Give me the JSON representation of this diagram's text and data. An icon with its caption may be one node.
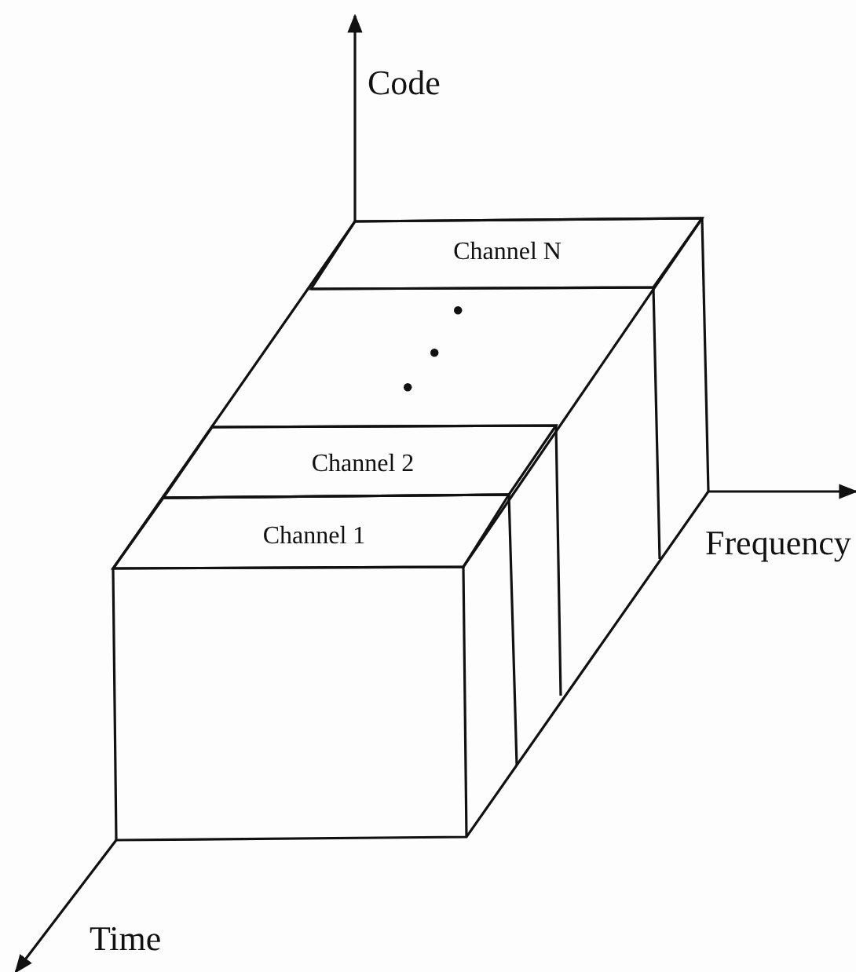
{
  "diagram": {
    "nodes": [
      {
        "text": [],
        "shape": "box"
      },
      {
        "text": [
          "Channel N"
        ],
        "in": 0
      },
      {
        "text": [
          "Channel 2"
        ],
        "in": 0
      },
      {
        "text": [
          "Channel 1"
        ],
        "in": 0
      }
    ],
    "labels": [
      "Code",
      "Frequency",
      "Time"
    ]
  }
}
